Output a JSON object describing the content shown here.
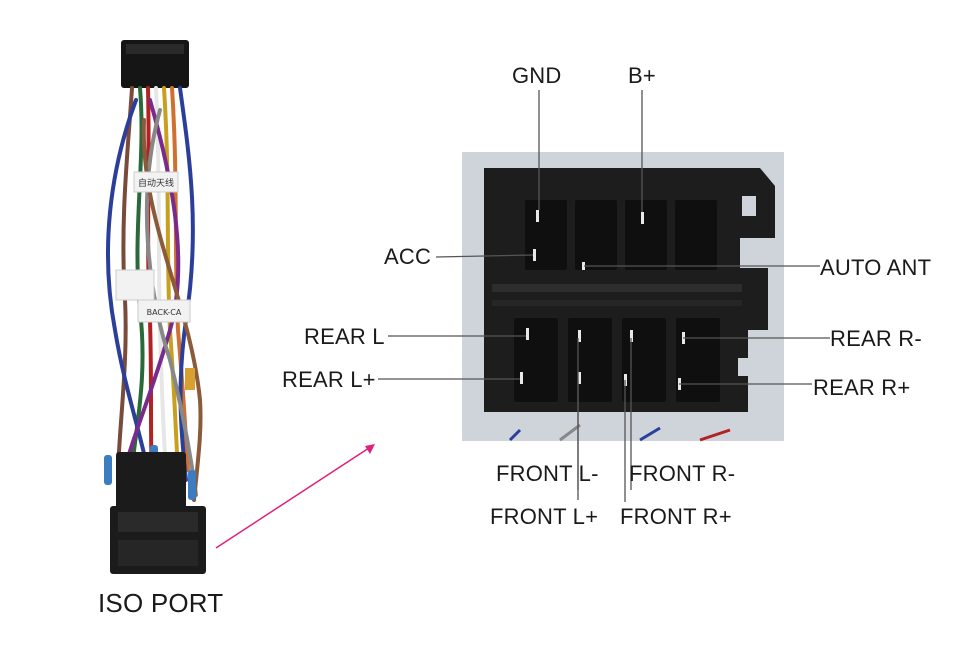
{
  "caption": "ISO PORT",
  "harness_tag_texts": [
    "自动天线",
    "BACK-CA"
  ],
  "pin_labels": {
    "gnd": "GND",
    "b_plus": "B+",
    "acc": "ACC",
    "auto_ant": "AUTO ANT",
    "rear_l": "REAR L",
    "rear_l_plus": "REAR L+",
    "rear_r_minus": "REAR R-",
    "rear_r_plus": "REAR R+",
    "front_l_minus": "FRONT L-",
    "front_l_plus": "FRONT L+",
    "front_r_minus": "FRONT R-",
    "front_r_plus": "FRONT R+"
  },
  "colors": {
    "leader_line": "#555555",
    "arrow": "#e0207a",
    "connector_body": "#1d1d1d",
    "photo_background": "#cfd3da"
  }
}
